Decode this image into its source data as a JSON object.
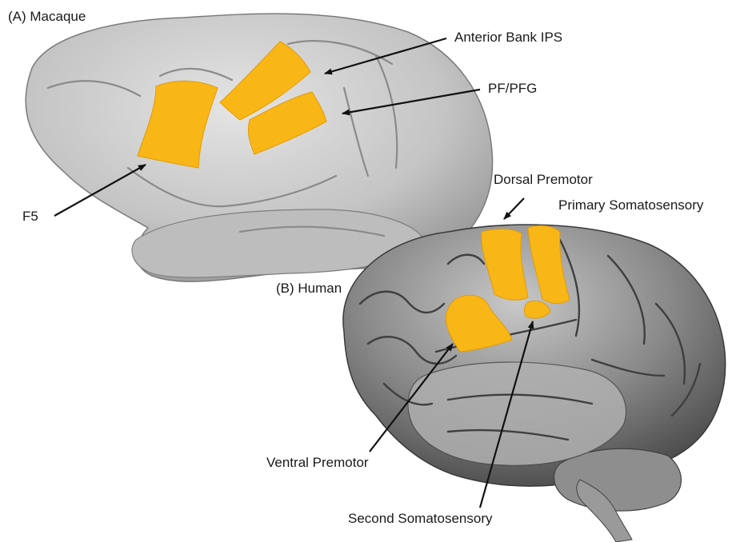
{
  "panels": {
    "macaque": {
      "label": "(A) Macaque"
    },
    "human": {
      "label": "(B) Human"
    }
  },
  "annotations": {
    "anterior_bank_ips": "Anterior Bank IPS",
    "pf_pfg": "PF/PFG",
    "f5": "F5",
    "dorsal_premotor": "Dorsal Premotor",
    "primary_somatosensory": "Primary Somatosensory",
    "ventral_premotor": "Ventral Premotor",
    "second_somatosensory": "Second Somatosensory"
  },
  "colors": {
    "highlight": "#f9b717",
    "macaque_surface": "#c9c9c9",
    "human_surface": "#8c8c8c",
    "arrow": "#111111"
  }
}
